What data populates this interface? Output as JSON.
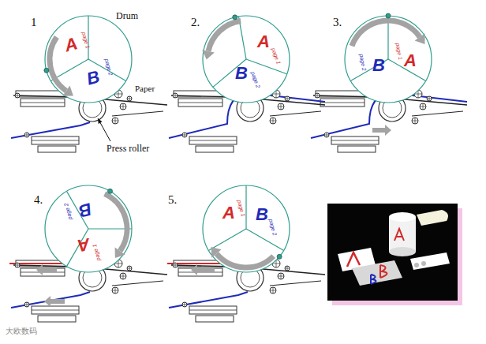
{
  "diagram": {
    "nodes": [
      {
        "text": [
          "A",
          "page 1",
          "B",
          "page 2"
        ]
      },
      {
        "text": [
          "A",
          "page 1",
          "B",
          "page 2"
        ]
      },
      {
        "text": [
          "A",
          "page 1",
          "B",
          "page 2"
        ]
      },
      {
        "text": [
          "A",
          "page 1",
          "B",
          "page 2"
        ]
      },
      {
        "text": [
          "A",
          "page 1",
          "B",
          "page 2"
        ]
      }
    ],
    "labels": [
      "1",
      "Drum",
      "Paper",
      "Press roller",
      "2.",
      "3.",
      "4.",
      "5.",
      "大欧数码"
    ]
  }
}
